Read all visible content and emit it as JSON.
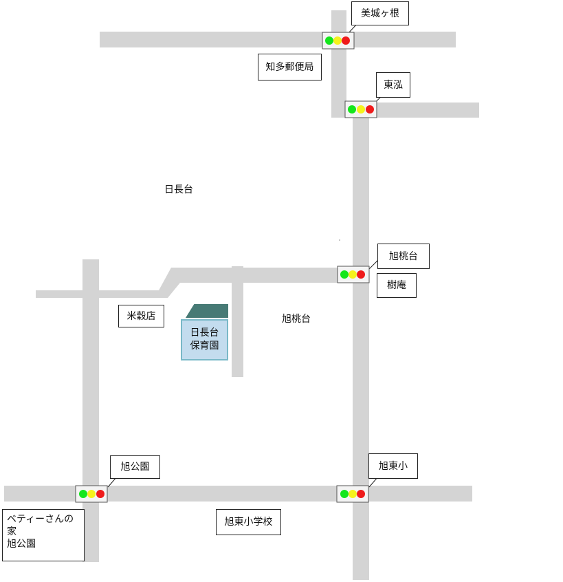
{
  "map": {
    "area_labels": {
      "nichichodai": "日長台",
      "kyokutodai": "旭桃台",
      "rice_store": "米穀店"
    },
    "nursery": {
      "line1": "日長台",
      "line2": "保育園"
    },
    "callouts": {
      "mishirogane": "美城ヶ根",
      "chita_post_office": "知多郵便局",
      "tokou": "東泓",
      "kyokutodai_signal": "旭桃台",
      "jyuan": "樹庵",
      "kyoku_park_signal": "旭公園",
      "kyoku_east_elementary_signal": "旭東小",
      "kyoku_east_elementary_school": "旭東小学校",
      "betty_house_line1": "ベティーさんの家",
      "betty_house_line2": "旭公園"
    },
    "signal_colors": [
      "#14e61c",
      "#f5f21d",
      "#ef1b1b"
    ]
  }
}
